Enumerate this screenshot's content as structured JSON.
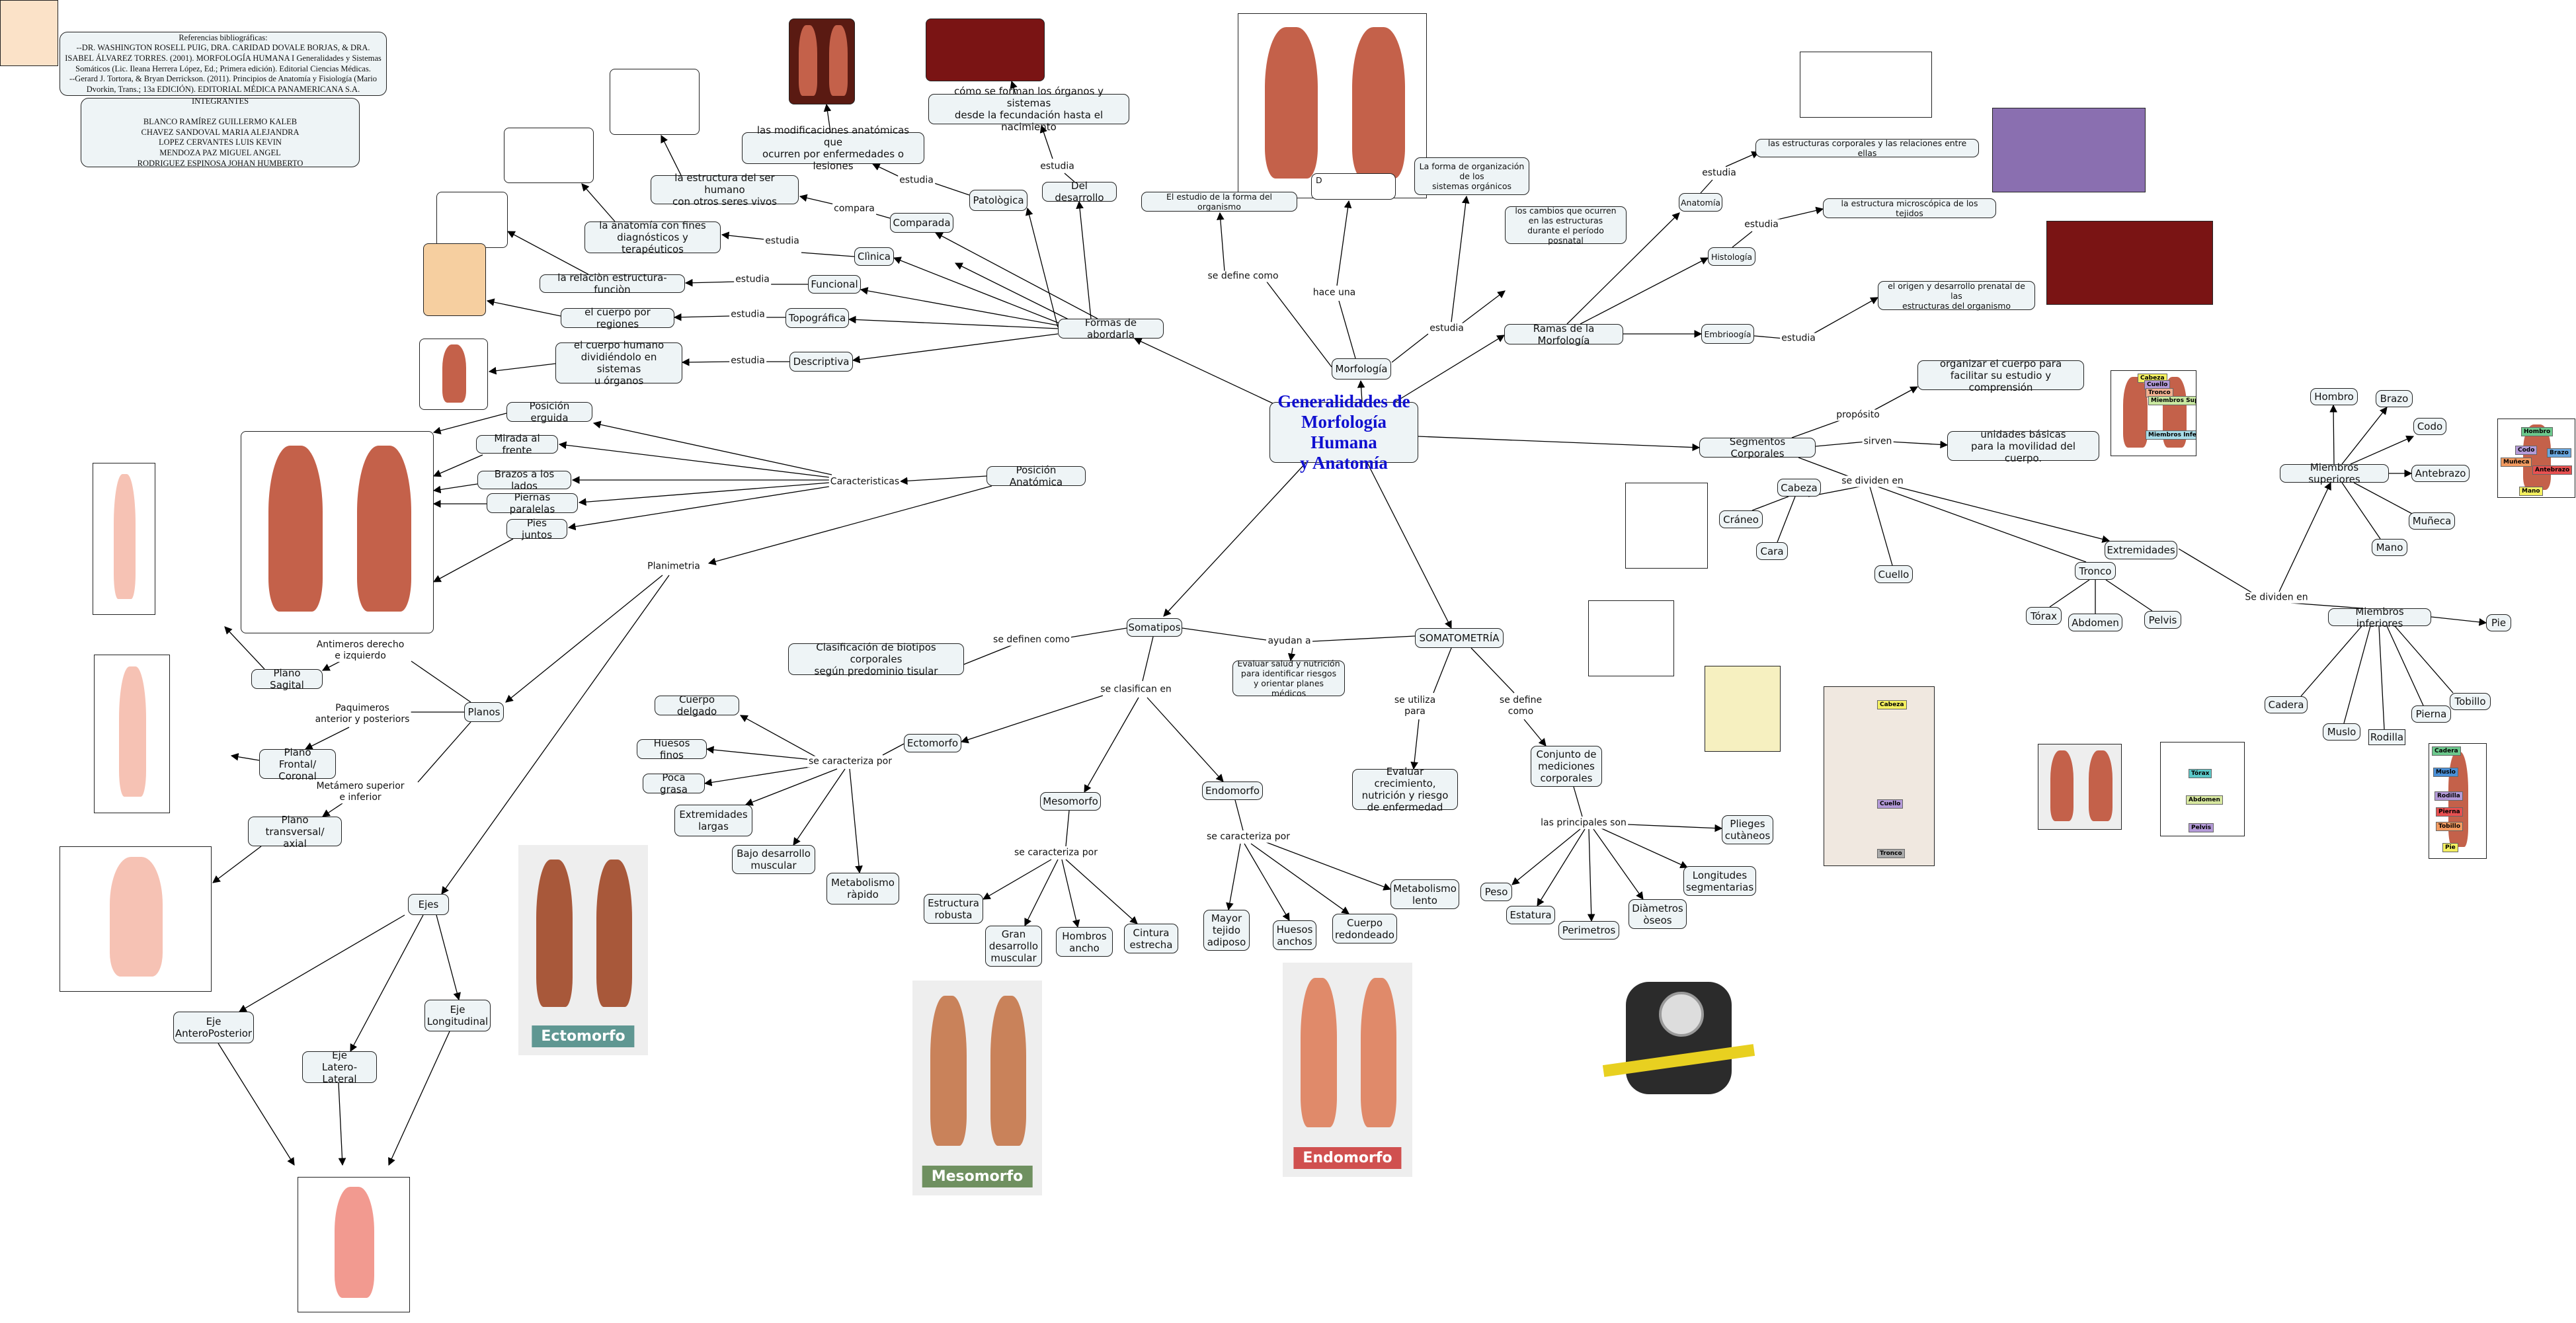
{
  "nodes": {
    "refs": "Referencias bibliográficas:\n--DR. WASHINGTON ROSELL PUIG, DRA. CARIDAD DOVALE BORJAS, & DRA. ISABEL ÁLVAREZ TORRES. (2001). MORFOLOGÍA HUMANA I Generalidades y Sistemas Somáticos (Lic. Ileana Herrera López, Ed.; Primera edición). Editorial Ciencias Médicas.\n--Gerard J. Tortora, & Bryan Derrickson. (2011). Principios de Anatomía y Fisiología (Mario Dvorkin, Trans.; 13a EDICIÓN). EDITORIAL MÉDICA PANAMERICANA S.A.",
    "integrantes": "INTEGRANTES\n\nBLANCO RAMÍREZ GUILLERMO KALEB\nCHAVEZ SANDOVAL MARIA ALEJANDRA\nLOPEZ CERVANTES LUIS KEVIN\nMENDOZA PAZ MIGUEL ANGEL\nRODRIGUEZ ESPINOSA JOHAN HUMBERTO",
    "central": "Generalidades de\nMorfología Humana\ny Anatomía",
    "formas": "Formas de abordarla",
    "morfologia": "Morfología",
    "estudio_forma": "El estudio de la forma del organismo",
    "dbox": "D",
    "forma_org": "La forma de organización\nde los\nsistemas orgánicos",
    "cambios": "los cambios que ocurren\nen las estructuras\ndurante el período posnatal",
    "ramas": "Ramas de la Morfología",
    "anatomia": "Anatomía",
    "estructuras_rel": "las estructuras corporales y las relaciones entre ellas",
    "histologia": "Histología",
    "micro": "la estructura microscópica de los tejidos",
    "embriologia": "Embrioogía",
    "origen": "el origen y desarrollo prenatal de las\nestructuras del organismo",
    "segmentos": "Segmentos Corporales",
    "organizar": "organizar el cuerpo para\nfacilitar su estudio y comprensión",
    "unidades": "unidades básicas\npara la movilidad del cuerpo.",
    "cabeza": "Cabeza",
    "craneo": "Cráneo",
    "cara": "Cara",
    "cuello": "Cuello",
    "tronco": "Tronco",
    "torax": "Tórax",
    "abdomen": "Abdomen",
    "pelvis": "Pelvis",
    "extremidades": "Extremidades",
    "msup": "Miembros superiores",
    "hombro": "Hombro",
    "brazo": "Brazo",
    "codo": "Codo",
    "antebrazo": "Antebrazo",
    "muneca": "Muñeca",
    "mano": "Mano",
    "minf": "Miembros inferiores",
    "pie": "Pie",
    "cadera": "Cadera",
    "muslo": "Muslo",
    "rodilla": "Rodilla",
    "pierna": "Pierna",
    "tobillo": "Tobillo",
    "patologica": "Patològica",
    "desarrollo": "Del desarrollo",
    "como_forman": "cómo se forman los órganos y sistemas\ndesde la fecundación hasta el nacimiento",
    "modificaciones": "las modificaciones anatómicas que\nocurren por enfermedades o lesiones",
    "comparada": "Comparada",
    "estructura_ser": "la estructura del ser humano\ncon otros seres vivos",
    "clinica": "Clìnica",
    "fines": "la anatomía con fines\ndiagnósticos y terapéuticos",
    "funcional": "Funcional",
    "relacion": "la relaciòn estructura-funciòn",
    "topografica": "Topográfica",
    "regiones": "el cuerpo por regiones",
    "descriptiva": "Descriptiva",
    "sistemas": "el cuerpo humano\ndividiéndolo en sistemas\nu órganos",
    "posanat": "Posición Anatómica",
    "erguida": "Posición erguida",
    "mirada": "Mirada al frente",
    "brazos": "Brazos a los lados",
    "piernas": "Piernas paralelas",
    "pies": "Pies juntos",
    "planos": "Planos",
    "sagital": "Plano Sagital",
    "frontal": "Plano Frontal/\nCoronal",
    "transversal": "Plano transversal/\naxial",
    "ejes": "Ejes",
    "eje_ap": "Eje\nAnteroPosterior",
    "eje_ll": "Eje\nLatero-Lateral",
    "eje_long": "Eje\nLongitudinal",
    "somatipos": "Somatipos",
    "clasificacion": "Clasificación de biotipos corporales\nsegún predominio tisular",
    "evaluar_salud": "Evaluar salud y nutrición\npara identificar riesgos\ny orientar planes médicos",
    "ectomorfo": "Ectomorfo",
    "cuerpo_delgado": "Cuerpo delgado",
    "huesos_finos": "Huesos finos",
    "poca_grasa": "Poca grasa",
    "ext_largas": "Extremidades\nlargas",
    "bajo_des": "Bajo desarrollo\nmuscular",
    "meta_rapido": "Metabolismo\nràpido",
    "mesomorfo": "Mesomorfo",
    "estructura_rob": "Estructura\nrobusta",
    "gran_des": "Gran\ndesarrollo\nmuscular",
    "hombros_ancho": "Hombros\nancho",
    "cintura": "Cintura\nestrecha",
    "endomorfo": "Endomorfo",
    "mayor_tejido": "Mayor\ntejido\nadiposo",
    "huesos_anchos": "Huesos\nanchos",
    "cuerpo_red": "Cuerpo\nredondeado",
    "meta_lento": "Metabolismo\nlento",
    "somatometria": "SOMATOMETRÍA",
    "evaluar_crec": "Evaluar crecimiento,\nnutrición y riesgo\nde enfermedad",
    "conjunto": "Conjunto de\nmediciones\ncorporales",
    "peso": "Peso",
    "estatura": "Estatura",
    "perimetros": "Perimetros",
    "diametros": "Diàmetros\nòseos",
    "longitudes": "Longitudes\nsegmentarias",
    "plieges": "Plieges\ncutàneos"
  },
  "link_labels": {
    "se_define_como": "se define como",
    "hace_una": "hace una",
    "estudia_morf": "estudia",
    "estudia_anat": "estudia",
    "estudia_hist": "estudia",
    "estudia_emb": "estudia",
    "proposito": "propósito",
    "sirven": "sirven",
    "se_dividen_en": "se dividen en",
    "se_dividen_en_ext": "Se dividen en",
    "estudia_pat": "estudia",
    "estudia_des": "estudia",
    "compara": "compara",
    "estudia_cli": "estudia",
    "estudia_fun": "estudia",
    "estudia_top": "estudia",
    "estudia_desc": "estudia",
    "caracteristicas": "Caracteristicas",
    "planimetria": "Planimetria",
    "antimeros": "Antimeros derecho\ne izquierdo",
    "paquimeros": "Paquimeros\nanterior y posteriors",
    "metamero": "Metámero superior\ne inferior",
    "se_definen_como": "se definen como",
    "ayudan_a": "ayudan a",
    "se_clasifican_en": "se clasifican en",
    "caract_ecto": "se caracteriza por",
    "caract_meso": "se caracteriza por",
    "caract_endo": "se caracteriza por",
    "se_utiliza_para": "se utiliza\npara",
    "se_define_como_som": "se define\ncomo",
    "principales": "las principales son"
  },
  "images": {
    "ectomorfo_caption": "Ectomorfo",
    "mesomorfo_caption": "Mesomorfo",
    "endomorfo_caption": "Endomorfo",
    "head_labels": [
      "Cabeza",
      "Cuello",
      "Tronco"
    ],
    "trunk_labels": [
      "Tórax",
      "Abdomen",
      "Pelvis"
    ],
    "body_labels": [
      "Cabeza",
      "Cuello",
      "Tronco",
      "Miembros Superiores",
      "Miembros Inferiores"
    ],
    "arm_labels": [
      "Hombro",
      "Codo",
      "Brazo",
      "Muñeca",
      "Antebrazo",
      "Mano"
    ],
    "leg_labels": [
      "Cadera",
      "Muslo",
      "Rodilla",
      "Pierna",
      "Tobillo",
      "Pie"
    ]
  },
  "colors": {
    "node_fill": "#eef4f6",
    "title_text": "#1010d0",
    "ecto_banner": "#5f9792",
    "meso_banner": "#6f9060",
    "endo_banner": "#d0504f"
  }
}
